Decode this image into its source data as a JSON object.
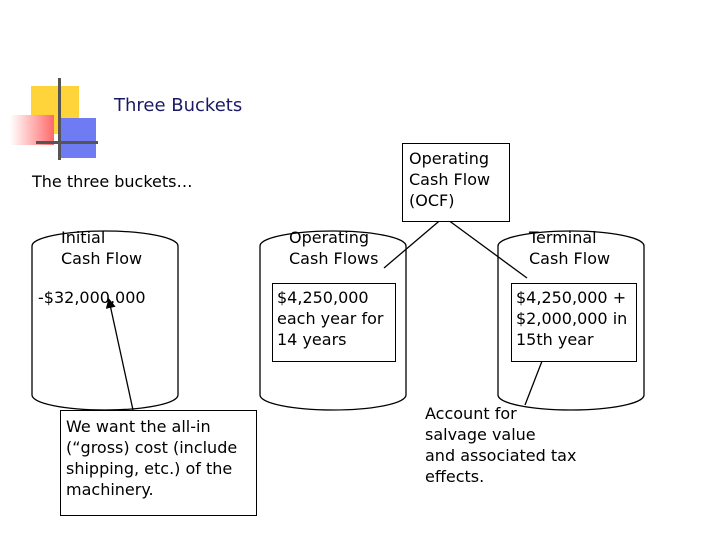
{
  "slide": {
    "title": "Three Buckets",
    "subtitle": "The three buckets…"
  },
  "ocf_box": {
    "lines": [
      "Operating",
      "Cash Flow",
      "(OCF)"
    ]
  },
  "buckets": [
    {
      "label": [
        "Initial",
        "Cash Flow"
      ],
      "value": [
        "-$32,000,000"
      ]
    },
    {
      "label": [
        "Operating",
        "Cash Flows"
      ],
      "value": [
        "$4,250,000",
        "each year for",
        "14 years"
      ]
    },
    {
      "label": [
        "Terminal",
        "Cash Flow"
      ],
      "value": [
        "$4,250,000 +",
        "$2,000,000 in",
        "15th year"
      ]
    }
  ],
  "notes": {
    "initial": [
      "We want the all-in",
      "(“gross) cost (include",
      "shipping, etc.) of the",
      "machinery."
    ],
    "terminal": [
      "Account for",
      "salvage value",
      "and associated tax",
      "effects."
    ]
  },
  "colors": {
    "title": "#1a1a66",
    "deco_yellow": "#ffd43b",
    "deco_red": "#ff7070",
    "deco_blue": "#6f7bf2",
    "deco_line": "#555555"
  }
}
